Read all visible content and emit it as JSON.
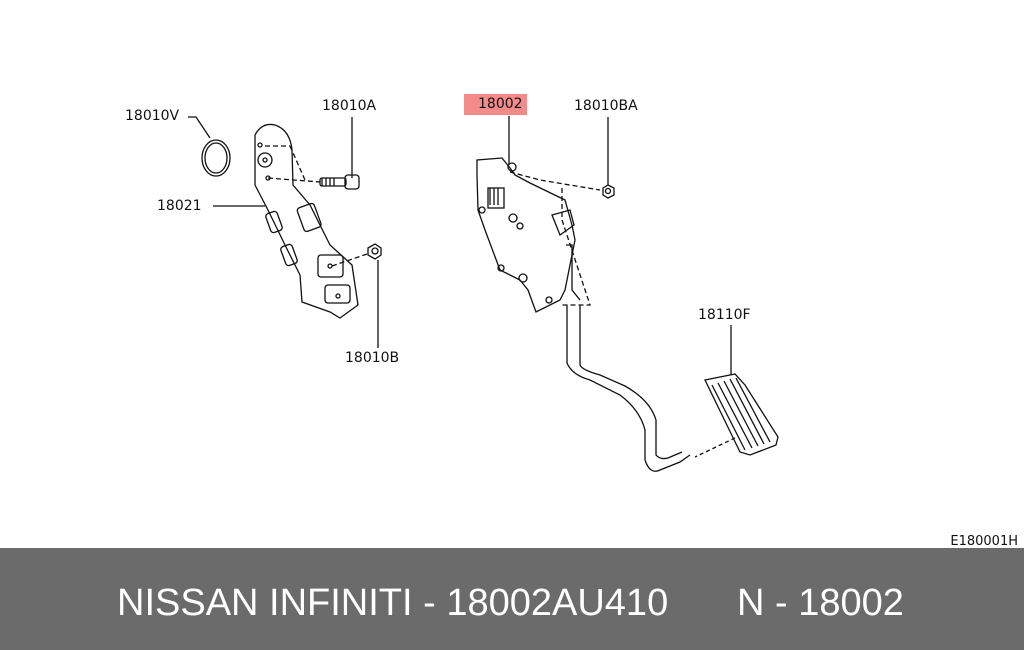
{
  "diagram": {
    "labels": {
      "seal": "18010V",
      "bolt": "18010A",
      "bracket": "18021",
      "nut_b": "18010B",
      "pedal_assembly": "18002",
      "nut_ba": "18010BA",
      "pedal_pad": "18110F"
    },
    "highlight_color": "#f48b8b",
    "diagram_code": "E180001H"
  },
  "footer": {
    "brand": "NISSAN  INFINITI - 18002AU410",
    "ref": "N - 18002",
    "background": "#6b6b6b"
  }
}
